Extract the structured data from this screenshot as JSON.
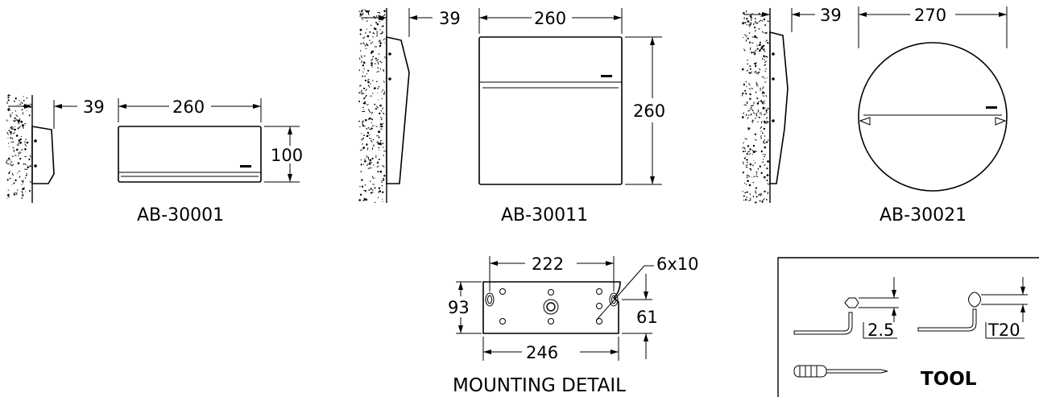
{
  "models": [
    {
      "name": "AB-30001",
      "depth": "39",
      "width": "260",
      "height": "100"
    },
    {
      "name": "AB-30011",
      "depth": "39",
      "width": "260",
      "height": "260"
    },
    {
      "name": "AB-30021",
      "depth": "39",
      "width": "270"
    }
  ],
  "mounting": {
    "title": "MOUNTING DETAIL",
    "hole_spacing": "222",
    "hole_size": "6x10",
    "plate_height": "93",
    "hole_offset": "61",
    "plate_width": "246"
  },
  "tool": {
    "title": "TOOL",
    "hex_size": "2.5",
    "torx_size": "T20"
  }
}
